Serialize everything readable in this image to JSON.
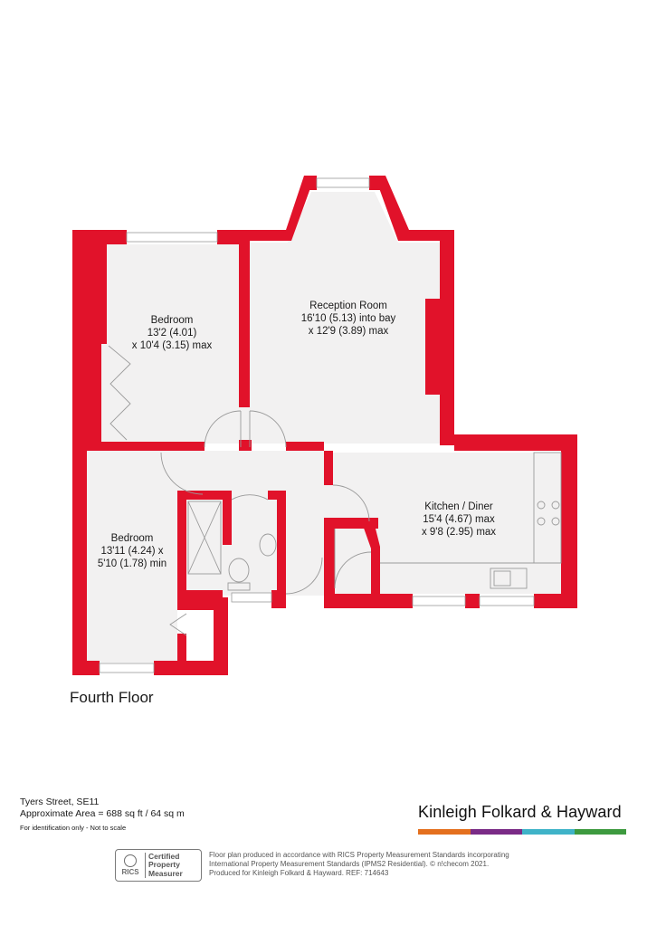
{
  "rooms": {
    "bedroom1": {
      "name": "Bedroom",
      "dims1": "13'2 (4.01)",
      "dims2": "x 10'4 (3.15) max"
    },
    "reception": {
      "name": "Reception Room",
      "dims1": "16'10 (5.13) into bay",
      "dims2": "x 12'9 (3.89) max"
    },
    "bedroom2": {
      "name": "Bedroom",
      "dims1": "13'11 (4.24) x",
      "dims2": "5'10 (1.78) min"
    },
    "kitchen": {
      "name": "Kitchen / Diner",
      "dims1": "15'4 (4.67) max",
      "dims2": "x 9'8 (2.95) max"
    }
  },
  "floor_title": "Fourth Floor",
  "address": {
    "street": "Tyers Street, SE11",
    "area": "Approximate Area = 688 sq ft / 64 sq m",
    "note": "For identification only - Not to scale"
  },
  "brand": {
    "name": "Kinleigh Folkard & Hayward",
    "bar_colors": [
      "#e4701e",
      "#7a2b86",
      "#3fb3c8",
      "#3d9a3f"
    ]
  },
  "rics": {
    "logo_text": "RICS",
    "line1": "Certified",
    "line2": "Property",
    "line3": "Measurer"
  },
  "disclaimer": {
    "line1": "Floor plan produced in accordance with RICS Property Measurement Standards incorporating",
    "line2": "International Property Measurement Standards (IPMS2 Residential).   © n!checom 2021.",
    "line3": "Produced for Kinleigh Folkard & Hayward.   REF: 714643"
  },
  "colors": {
    "wall": "#e1122a",
    "floor": "#f2f1f1",
    "fixture": "#9a9a9a"
  }
}
